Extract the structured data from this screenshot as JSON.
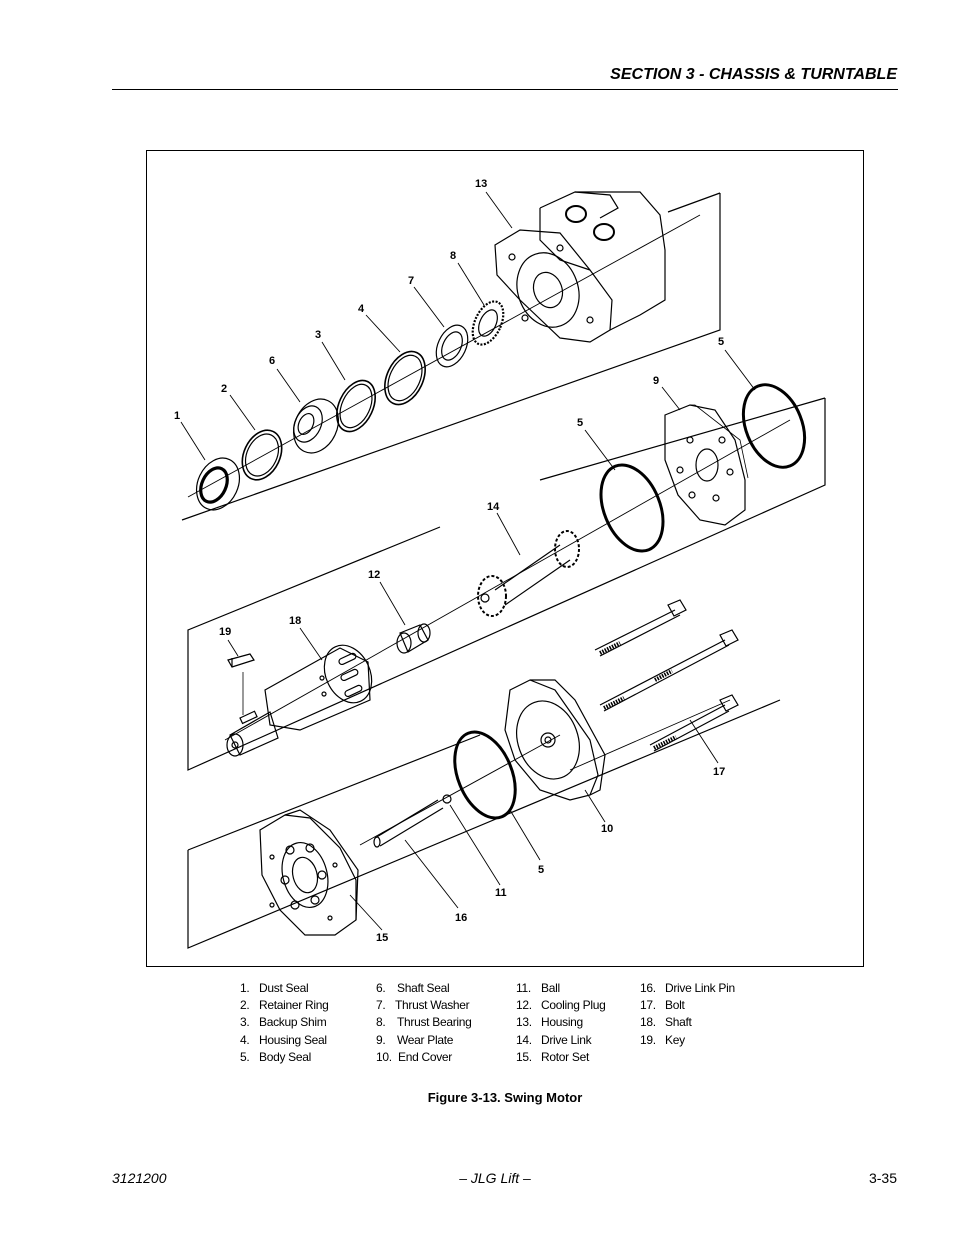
{
  "header": {
    "title": "SECTION 3 - CHASSIS & TURNTABLE"
  },
  "figure": {
    "callouts": [
      "13",
      "8",
      "7",
      "4",
      "3",
      "6",
      "2",
      "1",
      "5",
      "9",
      "5",
      "14",
      "12",
      "19",
      "18",
      "17",
      "10",
      "5",
      "11",
      "16",
      "15"
    ]
  },
  "legend": {
    "columns": [
      [
        {
          "num": "1.",
          "text": "Dust Seal"
        },
        {
          "num": "2.",
          "text": "Retainer Ring"
        },
        {
          "num": "3.",
          "text": "Backup Shim"
        },
        {
          "num": "4.",
          "text": "Housing Seal"
        },
        {
          "num": "5.",
          "text": "Body Seal"
        }
      ],
      [
        {
          "num": "6.",
          "text": "Shaft Seal"
        },
        {
          "num": "7.",
          "text": "Thrust Washer"
        },
        {
          "num": "8.",
          "text": "Thrust Bearing"
        },
        {
          "num": "9.",
          "text": "Wear Plate"
        },
        {
          "num": "10.",
          "text": "End Cover"
        }
      ],
      [
        {
          "num": "11.",
          "text": "Ball"
        },
        {
          "num": "12.",
          "text": "Cooling Plug"
        },
        {
          "num": "13.",
          "text": "Housing"
        },
        {
          "num": "14.",
          "text": "Drive Link"
        },
        {
          "num": "15.",
          "text": "Rotor Set"
        }
      ],
      [
        {
          "num": "16.",
          "text": "Drive Link Pin"
        },
        {
          "num": "17.",
          "text": "Bolt"
        },
        {
          "num": "18.",
          "text": "Shaft"
        },
        {
          "num": "19.",
          "text": "Key"
        }
      ]
    ]
  },
  "caption": "Figure 3-13.  Swing Motor",
  "footer": {
    "left": "3121200",
    "center": "– JLG Lift –",
    "right": "3-35"
  }
}
